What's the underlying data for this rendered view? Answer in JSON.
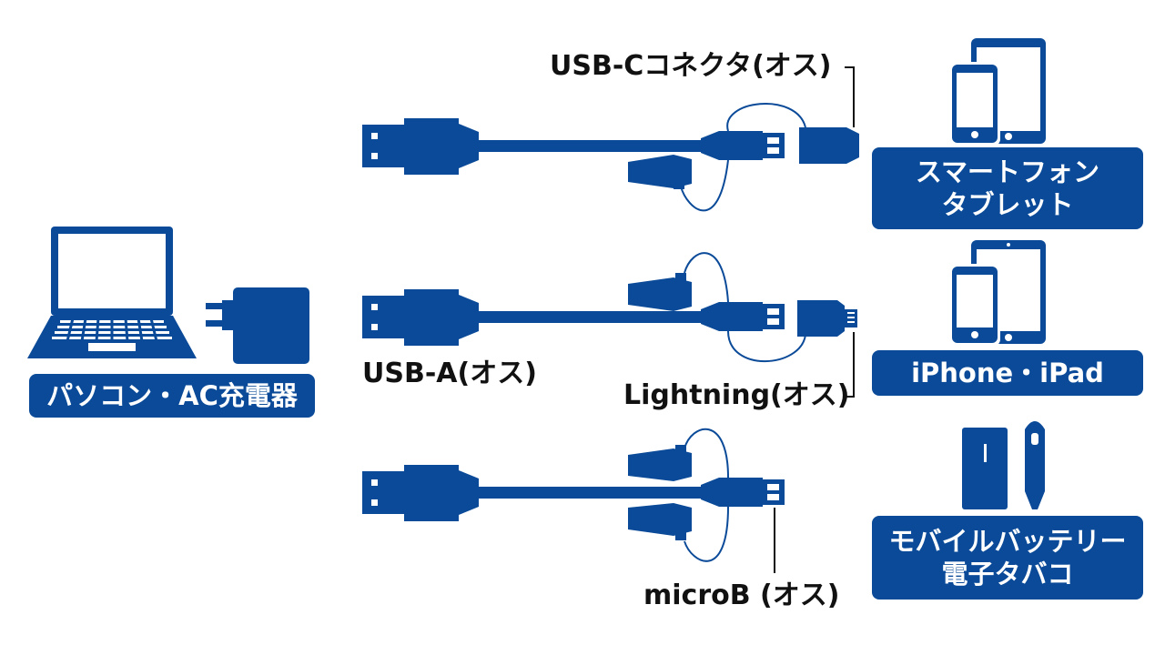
{
  "colors": {
    "primary": "#0a4a98",
    "background": "#ffffff",
    "text": "#111111"
  },
  "labels": {
    "pc": "パソコン・AC充電器",
    "usb_a": "USB-A(オス)",
    "usb_c": "USB-Cコネクタ(オス)",
    "lightning": "Lightning(オス)",
    "microb": "microB (オス)"
  },
  "devices": {
    "smartphone_line1": "スマートフォン",
    "smartphone_line2": "タブレット",
    "iphone_ipad": "iPhone・iPad",
    "battery_line1": "モバイルバッテリー",
    "battery_line2": "電子タバコ"
  },
  "icons": {
    "laptop": "laptop-icon",
    "ac_adapter": "ac-adapter-icon",
    "smartphone": "smartphone-icon",
    "tablet": "tablet-icon",
    "iphone": "iphone-icon",
    "ipad": "ipad-icon",
    "battery": "battery-icon",
    "ecig": "ecig-icon"
  }
}
